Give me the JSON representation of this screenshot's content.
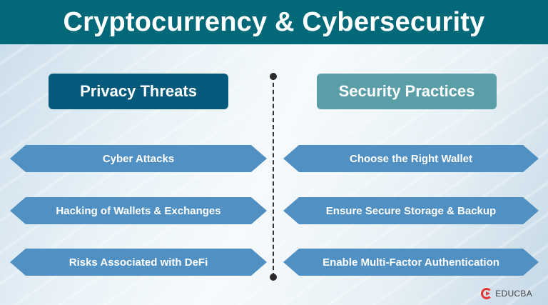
{
  "header": {
    "title": "Cryptocurrency & Cybersecurity"
  },
  "left_column": {
    "title": "Privacy Threats",
    "items": [
      "Cyber Attacks",
      "Hacking of Wallets & Exchanges",
      "Risks Associated with DeFi"
    ]
  },
  "right_column": {
    "title": "Security Practices",
    "items": [
      "Choose the Right Wallet",
      "Ensure Secure Storage & Backup",
      "Enable Multi-Factor Authentication"
    ]
  },
  "logo": {
    "text": "EDUCBA",
    "icon": "educba-logo-icon"
  },
  "colors": {
    "header": "#036878",
    "left_title": "#065b7c",
    "right_title": "#5a9ea8",
    "item": "#5090c2"
  }
}
